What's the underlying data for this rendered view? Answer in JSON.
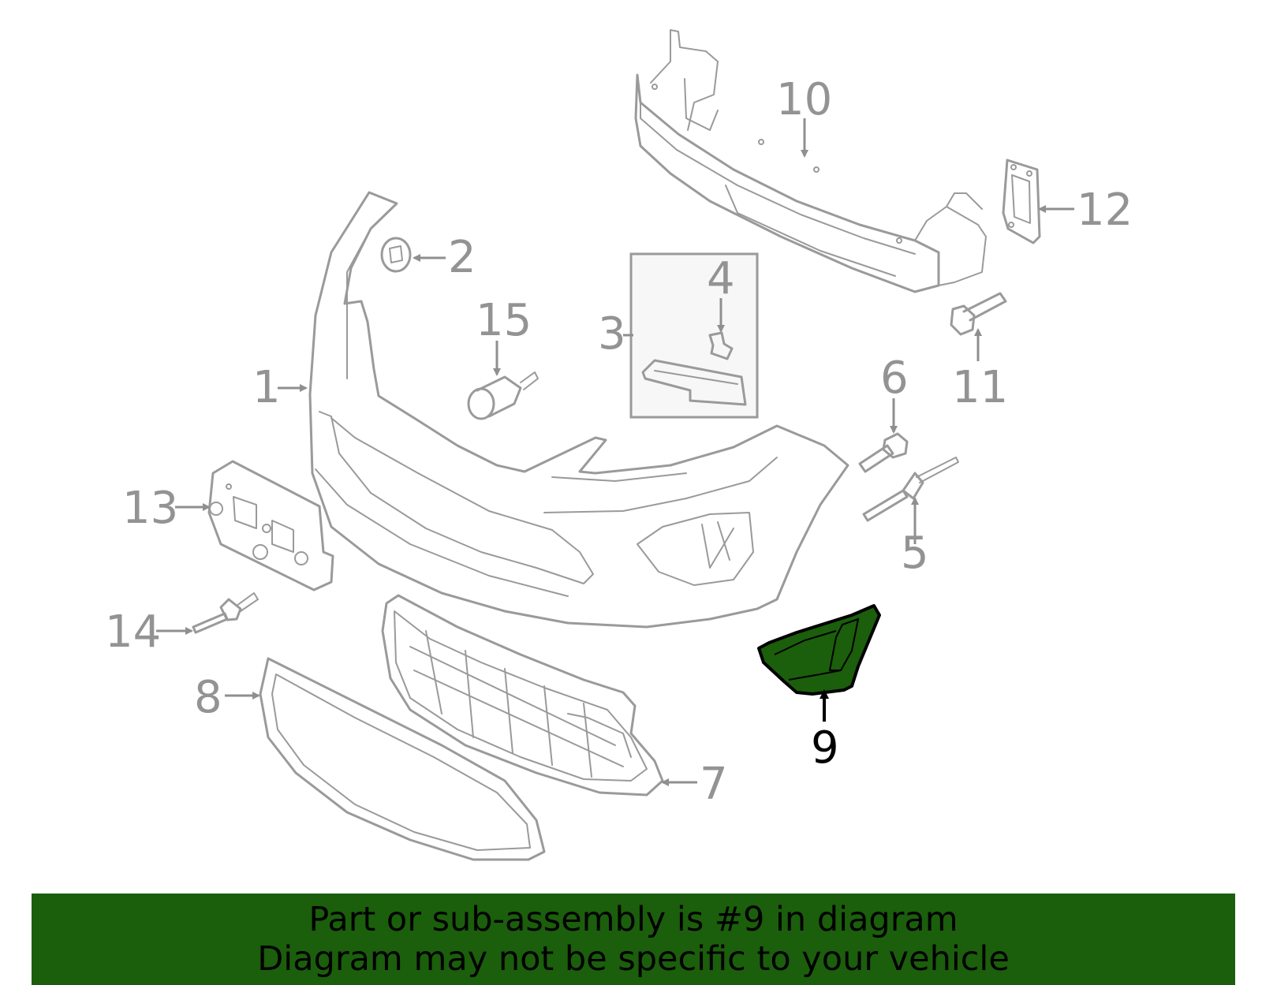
{
  "callouts": {
    "c1": "1",
    "c2": "2",
    "c3": "3",
    "c4": "4",
    "c5": "5",
    "c6": "6",
    "c7": "7",
    "c8": "8",
    "c9": "9",
    "c10": "10",
    "c11": "11",
    "c12": "12",
    "c13": "13",
    "c14": "14",
    "c15": "15"
  },
  "highlighted_part": "9",
  "colors": {
    "highlight": "#1b5e0c",
    "banner": "#1b5e0c",
    "part_stroke": "#9a9a9a",
    "callout_text": "#939393"
  },
  "banner": {
    "line1": "Part or sub-assembly is #9 in diagram",
    "line2": "Diagram may not be specific to your vehicle"
  }
}
